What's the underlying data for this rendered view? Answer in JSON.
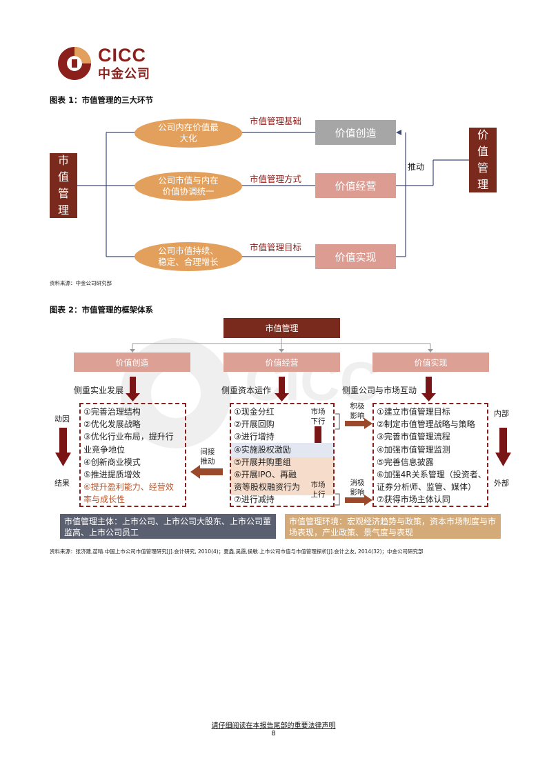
{
  "header": {
    "brand_en": "CICC",
    "brand_cn": "中金公司"
  },
  "figure1": {
    "title": "图表 1：市值管理的三大环节",
    "left_box": "市\n值\n管\n理",
    "right_box": "价\n值\n管\n理",
    "ovals": [
      "公司内在价值最\n大化",
      "公司市值与内在\n价值协调统一",
      "公司市值持续、\n稳定、合理增长"
    ],
    "mid_labels": [
      "市值管理基础",
      "市值管理方式",
      "市值管理目标"
    ],
    "boxes": [
      "价值创造",
      "价值经营",
      "价值实现"
    ],
    "push_label": "推动",
    "source": "资料来源：中金公司研究部"
  },
  "figure2": {
    "title": "图表 2：市值管理的框架体系",
    "top_box": "市值管理",
    "categories": [
      "价值创造",
      "价值经营",
      "价值实现"
    ],
    "sub_labels": [
      "侧重实业发展",
      "侧重资本运作",
      "侧重公司与市场互动"
    ],
    "left_side": {
      "top": "动因",
      "bottom": "结果"
    },
    "right_side": {
      "top": "内部",
      "bottom": "外部"
    },
    "left_items": [
      "①完善治理结构",
      "②优化发展战略",
      "③优化行业布局，提升行",
      "业竞争地位",
      "④创新商业模式",
      "⑤推进提质增效"
    ],
    "left_items_highlight": [
      "⑥提升盈利能力、经营效",
      "率与成长性"
    ],
    "mid_items": [
      "①现金分红",
      "②开展回购",
      "③进行增持",
      "④实施股权激励",
      "⑤开展并购重组",
      "⑥开展IPO、再融",
      "资等股权融资行为",
      "⑦进行减持"
    ],
    "market_down": "市场\n下行",
    "market_up": "市场\n上行",
    "indirect_push": "间接\n推动",
    "positive_impact": "积极\n影响",
    "negative_impact": "消极\n影响",
    "right_items": [
      "①建立市值管理目标",
      "②制定市值管理战略与策略",
      "③完善市值管理流程",
      "④加强市值管理监测",
      "⑤完善信息披露",
      "⑥加强4R关系管理（投资者、",
      "证券分析师、监管、媒体）",
      "⑦获得市场主体认同"
    ],
    "subject": "市值管理主体：上市公司、上市公司大股东、上市公司董监高、上市公司员工",
    "environment": "市值管理环境：宏观经济趋势与政策，资本市场制度与市场表现，产业政策、景气度与表现",
    "source": "资料来源：张济建,苗晴.中国上市公司市值管理研究[J].会计研究, 2010(4)；夏鑫,吴霞,侯敏.上市公司市值与市值管理探析[J].会计之友, 2014(32)；中金公司研究部"
  },
  "footer": {
    "notice": "请仔细阅读在本报告尾部的重要法律声明",
    "page": "8"
  }
}
